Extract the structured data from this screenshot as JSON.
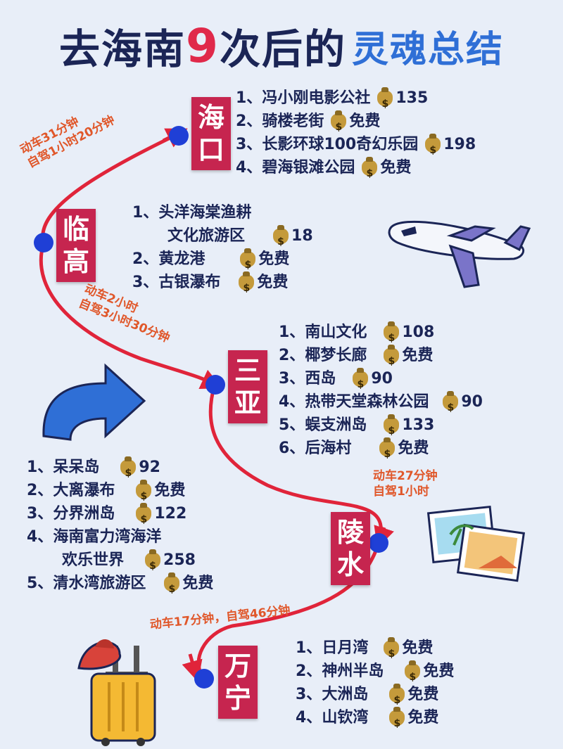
{
  "title": {
    "main": "去海南",
    "num": "9",
    "rest": "次后的",
    "highlight": "灵魂总结"
  },
  "cities": {
    "haikou": {
      "c1": "海",
      "c2": "口"
    },
    "lingao": {
      "c1": "临",
      "c2": "高"
    },
    "sanya": {
      "c1": "三",
      "c2": "亚"
    },
    "lingshui": {
      "c1": "陵",
      "c2": "水"
    },
    "wanning": {
      "c1": "万",
      "c2": "宁"
    }
  },
  "routes": {
    "haikou_lingao": {
      "l1": "动车31分钟",
      "l2": "自驾1小时20分钟"
    },
    "lingao_sanya": {
      "l1": "动车2小时",
      "l2": "自驾3小时30分钟"
    },
    "sanya_lingshui": {
      "l1": "动车27分钟",
      "l2": "自驾1小时"
    },
    "lingshui_wanning": {
      "l1": "动车17分钟，自驾46分钟"
    }
  },
  "haikou": [
    {
      "num": "1、",
      "name": "冯小刚电影公社",
      "price": "135"
    },
    {
      "num": "2、",
      "name": "骑楼老街",
      "price": "免费"
    },
    {
      "num": "3、",
      "name": "长影环球100奇幻乐园",
      "price": "198"
    },
    {
      "num": "4、",
      "name": "碧海银滩公园",
      "price": "免费"
    }
  ],
  "lingao": [
    {
      "num": "1、",
      "name": "头洋海棠渔耕",
      "name2": "文化旅游区",
      "price": "18"
    },
    {
      "num": "2、",
      "name": "黄龙港",
      "price": "免费"
    },
    {
      "num": "3、",
      "name": "古银瀑布",
      "price": "免费"
    }
  ],
  "sanya": [
    {
      "num": "1、",
      "name": "南山文化",
      "price": "108"
    },
    {
      "num": "2、",
      "name": "椰梦长廊",
      "price": "免费"
    },
    {
      "num": "3、",
      "name": "西岛",
      "price": "90"
    },
    {
      "num": "4、",
      "name": "热带天堂森林公园",
      "price": "90"
    },
    {
      "num": "5、",
      "name": "蜈支洲岛",
      "price": "133"
    },
    {
      "num": "6、",
      "name": "后海村",
      "price": "免费"
    }
  ],
  "lingshui": [
    {
      "num": "1、",
      "name": "呆呆岛",
      "price": "92"
    },
    {
      "num": "2、",
      "name": "大离瀑布",
      "price": "免费"
    },
    {
      "num": "3、",
      "name": "分界洲岛",
      "price": "122"
    },
    {
      "num": "4、",
      "name": "海南富力湾海洋",
      "name2": "欢乐世界",
      "price": "258"
    },
    {
      "num": "5、",
      "name": "清水湾旅游区",
      "price": "免费"
    }
  ],
  "wanning": [
    {
      "num": "1、",
      "name": "日月湾",
      "price": "免费"
    },
    {
      "num": "2、",
      "name": "神州半岛",
      "price": "免费"
    },
    {
      "num": "3、",
      "name": "大洲岛",
      "price": "免费"
    },
    {
      "num": "4、",
      "name": "山钦湾",
      "price": "免费"
    }
  ],
  "icons": [
    "airplane-icon",
    "arrow-icon",
    "photos-icon",
    "suitcase-icon",
    "money-bag-icon"
  ],
  "colors": {
    "route": "#e0243a",
    "city_label": "#c6254f",
    "node": "#1f3fd6",
    "note": "#e0572a"
  }
}
